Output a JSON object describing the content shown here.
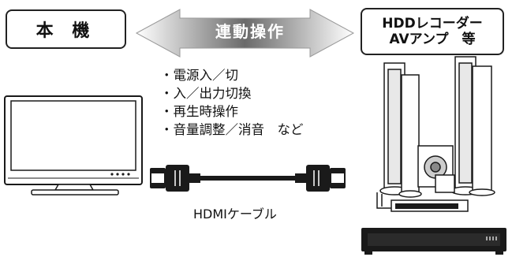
{
  "main_unit_label": "本 機",
  "device_label_line1": "HDDレコーダー",
  "device_label_line2": "AVアンプ　等",
  "link_label": "連動操作",
  "features": [
    "・電源入／切",
    "・入／出力切換",
    "・再生時操作",
    "・音量調整／消音　など"
  ],
  "cable_label": "HDMIケーブル"
}
